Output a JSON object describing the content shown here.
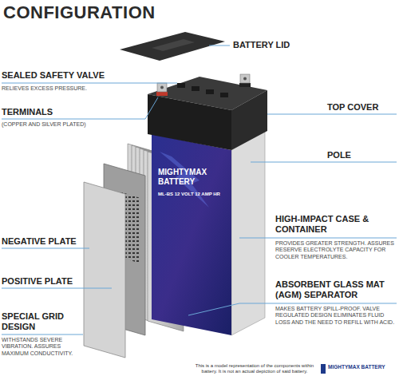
{
  "diagram": {
    "title": "CONFIGURATION",
    "caption": "This is a model representation of the components within battery. It is not an actual depiction of said battery.",
    "labels": [
      "BATTERY LID",
      "SEALED SAFETY VALVE",
      "RELIEVES EXCESS PRESSURE.",
      "TERMINALS",
      "(COPPER AND SILVER PLATED)",
      "TOP COVER",
      "POLE",
      "HIGH-IMPACT CASE & CONTAINER",
      "PROVIDES GREATER STRENGTH. ASSURES RESERVE ELECTROLYTE CAPACITY FOR COOLER TEMPERATURES.",
      "NEGATIVE PLATE",
      "POSITIVE PLATE",
      "ABSORBENT GLASS MAT (AGM) SEPARATOR",
      "MAKES BATTERY SPILL-PROOF. VALVE REGULATED DESIGN ELIMINATES FLUID LOSS AND THE NEED TO REFILL WITH ACID.",
      "SPECIAL GRID DESIGN",
      "WITHSTANDS SEVERE VIBRATION. ASSURES MAXIMUM CONDUCTIVITY.",
      "MIGHTYMAX BATTERY",
      "ML-BS 12 VOLT 12 AMP HR",
      "MIGHTYMAX BATTERY"
    ]
  }
}
